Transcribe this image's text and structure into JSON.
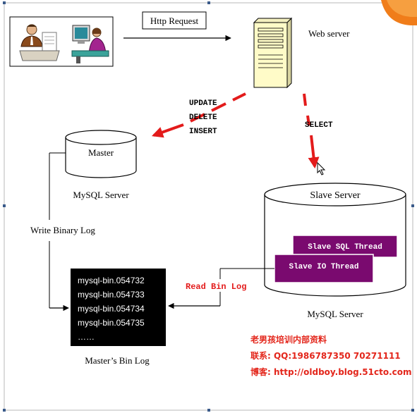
{
  "client": {
    "icon_names": [
      "businessman-icon",
      "computer-user-icon"
    ]
  },
  "http_request_label": "Http Request",
  "web_server_label": "Web server",
  "write_ops": [
    "UPDATE",
    "DELETE",
    "INSERT"
  ],
  "select_label": "SELECT",
  "master": {
    "db_label": "Master",
    "server_label": "MySQL Server"
  },
  "write_binary_log_label": "Write Binary Log",
  "bin_log": {
    "entries": [
      "mysql-bin.054732",
      "mysql-bin.054733",
      "mysql-bin.054734",
      "mysql-bin.054735",
      "……"
    ],
    "caption": "Master’s Bin Log"
  },
  "read_bin_log_label": "Read Bin Log",
  "slave": {
    "db_label": "Slave Server",
    "server_label": "MySQL Server",
    "sql_thread_label": "Slave SQL Thread",
    "io_thread_label": "Slave IO Thread"
  },
  "watermark": {
    "line1": "老男孩培训内部资料",
    "line2": "联系: QQ:1986787350 70271111",
    "line3": "博客: http://oldboy.blog.51cto.com"
  },
  "colors": {
    "arrow_red": "#e31b1b",
    "thread_purple": "#7a0a6f",
    "server_fill": "#fffbc8",
    "bin_log_bg": "#000000",
    "watermark_red": "#e3261b",
    "corner_orange": "#f07d1a"
  }
}
